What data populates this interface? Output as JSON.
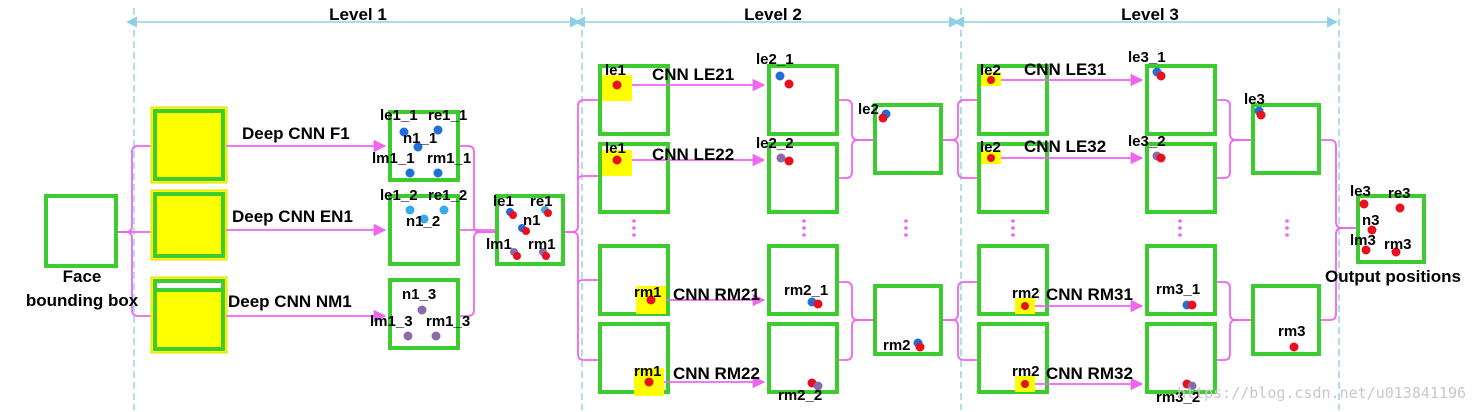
{
  "levels": [
    {
      "label": "Level 1"
    },
    {
      "label": "Level 2"
    },
    {
      "label": "Level 3"
    }
  ],
  "input": {
    "line1": "Face",
    "line2": "bounding box"
  },
  "level1": {
    "networks": [
      {
        "label": "Deep CNN F1",
        "points": [
          "le1_1",
          "re1_1",
          "n1_1",
          "lm1_1",
          "rm1_1"
        ]
      },
      {
        "label": "Deep CNN EN1",
        "points": [
          "le1_2",
          "re1_2",
          "n1_2"
        ]
      },
      {
        "label": "Deep CNN NM1",
        "points": [
          "n1_3",
          "lm1_3",
          "rm1_3"
        ]
      }
    ],
    "merged_points": [
      "le1",
      "re1",
      "n1",
      "lm1",
      "rm1"
    ]
  },
  "level2": {
    "networks": [
      {
        "label": "CNN LE21",
        "input_point": "le1",
        "output_point": "le2_1"
      },
      {
        "label": "CNN LE22",
        "input_point": "le1",
        "output_point": "le2_2"
      },
      {
        "label": "CNN RM21",
        "input_point": "rm1",
        "output_point": "rm2_1"
      },
      {
        "label": "CNN RM22",
        "input_point": "rm1",
        "output_point": "rm2_2"
      }
    ],
    "merged_points": [
      "le2",
      "rm2"
    ]
  },
  "level3": {
    "networks": [
      {
        "label": "CNN LE31",
        "input_point": "le2",
        "output_point": "le3_1"
      },
      {
        "label": "CNN LE32",
        "input_point": "le2",
        "output_point": "le3_2"
      },
      {
        "label": "CNN RM31",
        "input_point": "rm2",
        "output_point": "rm3_1"
      },
      {
        "label": "CNN RM32",
        "input_point": "rm2",
        "output_point": "rm3_2"
      }
    ],
    "merged_points": [
      "le3",
      "rm3"
    ]
  },
  "output": {
    "label": "Output positions",
    "points": [
      "le3",
      "re3",
      "n3",
      "lm3",
      "rm3"
    ]
  },
  "watermark": "https://blog.csdn.net/u013841196",
  "colors": {
    "box": "#3dcc2f",
    "patch": "#ffff00",
    "arrow": "#ee66ee",
    "level_line": "#9dd6e6",
    "dot_red": "#e8101e",
    "dot_blue": "#1f6fd8",
    "dot_lightblue": "#35aaee",
    "dot_purple": "#8a6aa8"
  }
}
